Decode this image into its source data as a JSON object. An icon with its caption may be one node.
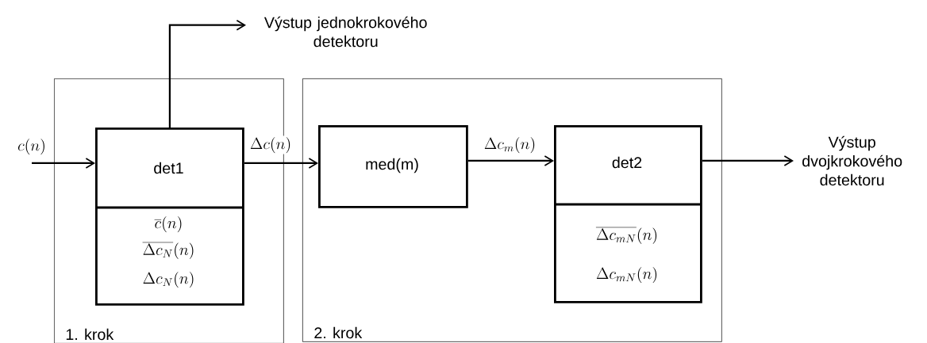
{
  "diagram": {
    "nodes": [
      {
        "text": [
          "1. krok"
        ]
      },
      {
        "text": [
          "det1",
          "\\overline{c}(n)",
          "\\overline{\\Delta c_N}(n)",
          "\\Delta c_N(n)"
        ],
        "in": 0
      },
      {
        "text": [
          "2. krok"
        ]
      },
      {
        "text": [
          "med(m)"
        ],
        "in": 2
      },
      {
        "text": [
          "det2",
          "\\overline{\\Delta c_{mN}}(n)",
          "\\Delta c_{mN}(n)"
        ],
        "in": 2
      },
      {
        "text": [
          "Výstup jednokrokového detektoru"
        ]
      },
      {
        "text": [
          "Výstup dvojkrokového detektoru"
        ]
      }
    ],
    "edges": [
      {
        "from": null,
        "to": 1,
        "arrow": "to",
        "label": "c(n)"
      },
      {
        "from": 1,
        "to": 5,
        "arrow": "to"
      },
      {
        "from": 1,
        "to": 3,
        "arrow": "to",
        "label": "\\Delta c(n)"
      },
      {
        "from": 3,
        "to": 4,
        "arrow": "to",
        "label": "\\Delta c_m(n)"
      },
      {
        "from": 4,
        "to": 6,
        "arrow": "to"
      }
    ]
  }
}
